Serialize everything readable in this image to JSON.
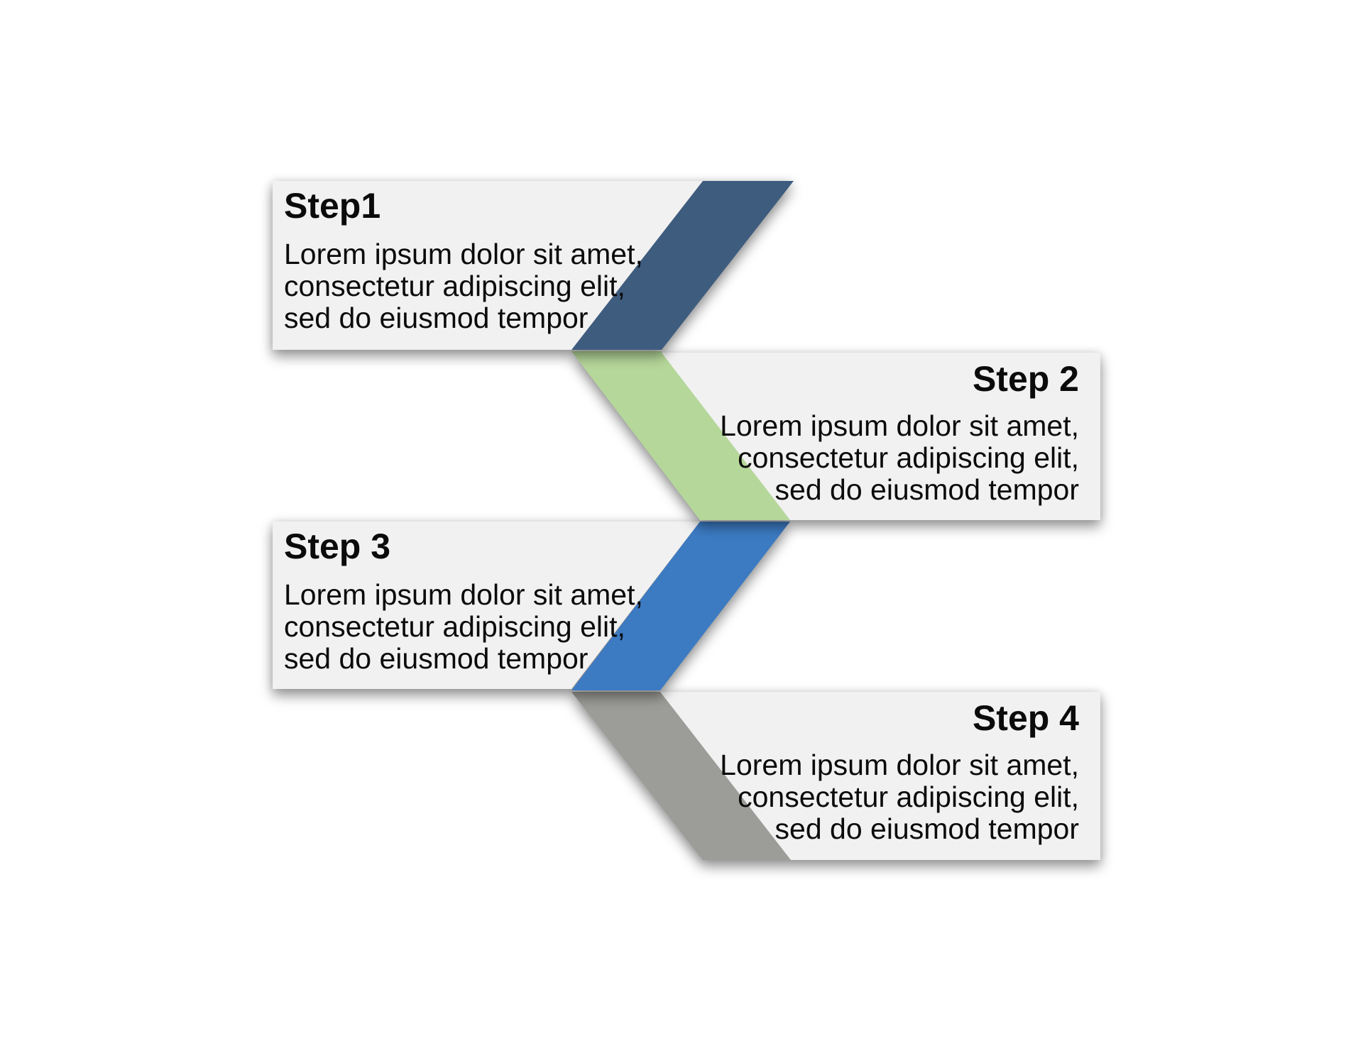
{
  "diagram": {
    "type": "zigzag-step-process",
    "step_count": 4
  },
  "colors": {
    "box_fill": "#F1F1F2",
    "step1_band": "#3E5C7E",
    "step2_band": "#B5D79A",
    "step3_band": "#3C7AC2",
    "step4_band": "#9C9C98",
    "text": "#0B0B0B",
    "background": "#FFFFFF"
  },
  "steps": [
    {
      "title": "Step1",
      "body": "Lorem ipsum dolor sit amet,\nconsectetur adipiscing elit,\nsed do eiusmod tempor",
      "side": "left"
    },
    {
      "title": "Step 2",
      "body": "Lorem ipsum dolor sit amet,\nconsectetur adipiscing elit,\nsed do eiusmod tempor",
      "side": "right"
    },
    {
      "title": "Step 3",
      "body": "Lorem ipsum dolor sit amet,\nconsectetur adipiscing elit,\nsed do eiusmod tempor",
      "side": "left"
    },
    {
      "title": "Step 4",
      "body": "Lorem ipsum dolor sit amet,\nconsectetur adipiscing elit,\nsed do eiusmod tempor",
      "side": "right"
    }
  ]
}
